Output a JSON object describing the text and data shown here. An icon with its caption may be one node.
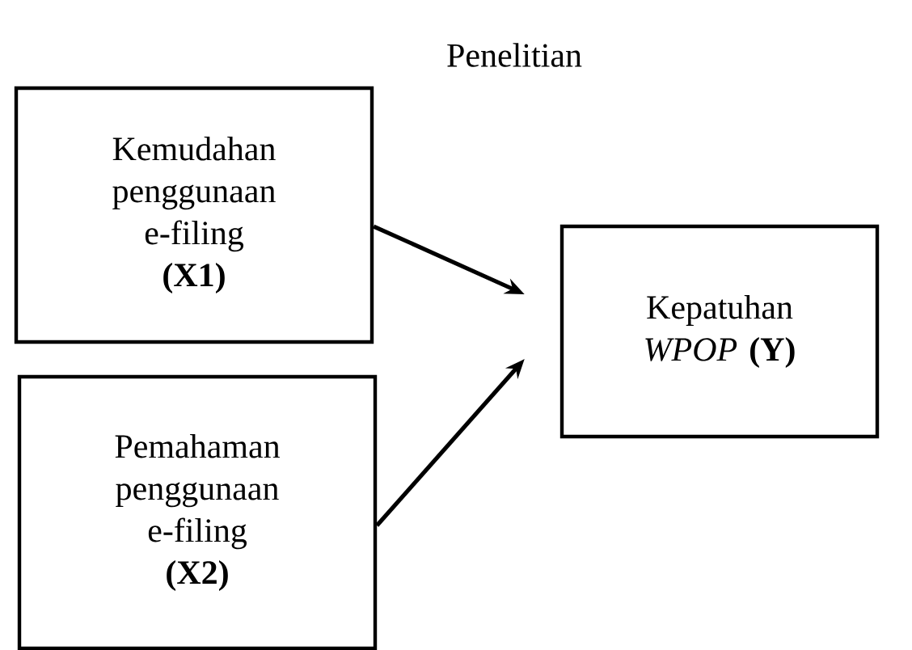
{
  "diagram": {
    "title": "Penelitian",
    "nodes": [
      {
        "text": [
          "Kemudahan penggunaan e-filing",
          "(X1)"
        ]
      },
      {
        "text": [
          "Pemahaman penggunaan e-filing",
          "(X2)"
        ]
      },
      {
        "text": [
          "Kepatuhan *WPOP* **(Y)**"
        ]
      }
    ],
    "edges": [
      {
        "from": 0,
        "to": 2,
        "arrow": "to"
      },
      {
        "from": 1,
        "to": 2,
        "arrow": "to"
      }
    ]
  }
}
